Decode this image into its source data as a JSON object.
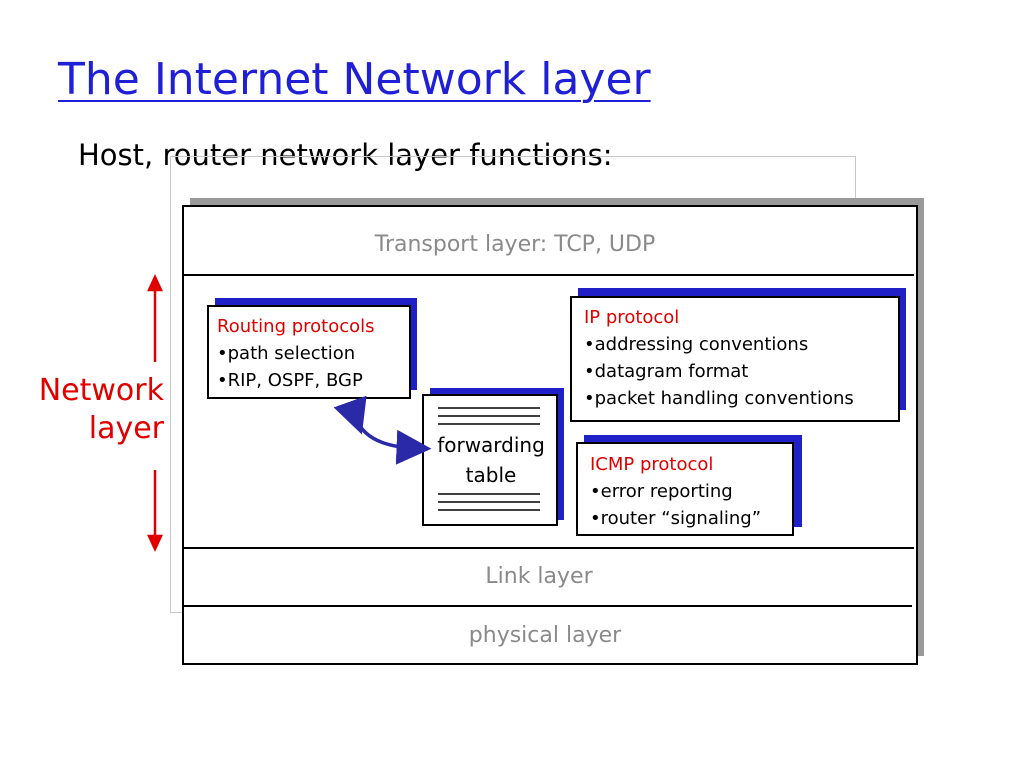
{
  "title": "The Internet Network layer",
  "subtitle": "Host, router network layer functions:",
  "layers": {
    "transport": "Transport layer: TCP, UDP",
    "link": "Link layer",
    "physical": "physical layer"
  },
  "network_layer_label": [
    "Network",
    "layer"
  ],
  "routing": {
    "title": "Routing protocols",
    "items": [
      "•path selection",
      "•RIP, OSPF, BGP"
    ]
  },
  "forwarding": {
    "lines": [
      "forwarding",
      "table"
    ]
  },
  "ip": {
    "title": "IP protocol",
    "items": [
      "•addressing conventions",
      "•datagram format",
      "•packet handling conventions"
    ]
  },
  "icmp": {
    "title": "ICMP protocol",
    "items": [
      "•error reporting",
      "•router “signaling”"
    ]
  },
  "colors": {
    "title": "#1f1fd6",
    "accent_red": "#e00000",
    "box_shadow": "#2020c8",
    "arrow": "#2a2aa8",
    "layer_text": "#8a8a8a"
  }
}
